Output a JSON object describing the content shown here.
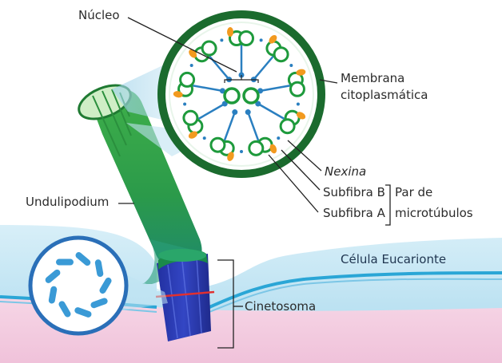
{
  "labels": {
    "nucleo": "Núcleo",
    "membrana_line1": "Membrana",
    "membrana_line2": "citoplasmática",
    "nexina": "Nexina",
    "subfibra_b": "Subfibra B",
    "subfibra_a": "Subfibra A",
    "par_line1": "Par de",
    "par_line2": "microtúbulos",
    "undulipodium": "Undulipodium",
    "celula": "Célula Eucarionte",
    "cinetosoma": "Cinetosoma"
  },
  "colors": {
    "background_top": "#ffffff",
    "cytoplasm_blue": "#bfe3f2",
    "cell_membrane": "#2aa6d6",
    "cell_interior_pink": "#f3c9df",
    "flagellum_green": "#2f9e3b",
    "cross_section_ring": "#1b6b2e",
    "microtubule_green": "#1e9a3c",
    "dynein_orange": "#f29a1f",
    "radial_spoke_blue": "#2a7fc0",
    "kinetosome_blue": "#2a3fae",
    "kinetosome_cap": "#1b8a4a",
    "triplet_blue": "#3a9ad6",
    "leader_line": "#222222"
  },
  "structure": {
    "axoneme_outer_doublets": 9,
    "axoneme_central_pair": 2,
    "basal_body_triplets": 9
  }
}
